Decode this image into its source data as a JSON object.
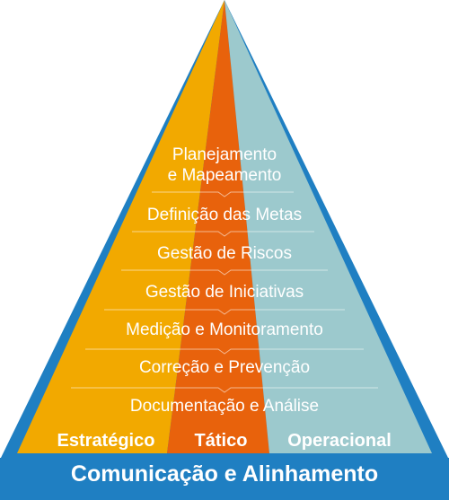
{
  "layers": [
    {
      "line1": "Planejamento",
      "line2": "e Mapeamento"
    },
    {
      "label": "Definição das Metas"
    },
    {
      "label": "Gestão de Riscos"
    },
    {
      "label": "Gestão de Iniciativas"
    },
    {
      "label": "Medição e Monitoramento"
    },
    {
      "label": "Correção e Prevenção"
    },
    {
      "label": "Documentação e Análise"
    }
  ],
  "columns": {
    "strategic": "Estratégico",
    "tactical": "Tático",
    "operational": "Operacional"
  },
  "base": "Comunicação e Alinhamento",
  "colors": {
    "strategic": "#F2A900",
    "tactical": "#E8620C",
    "operational": "#9CC9CD",
    "frame": "#1F7FC2"
  }
}
